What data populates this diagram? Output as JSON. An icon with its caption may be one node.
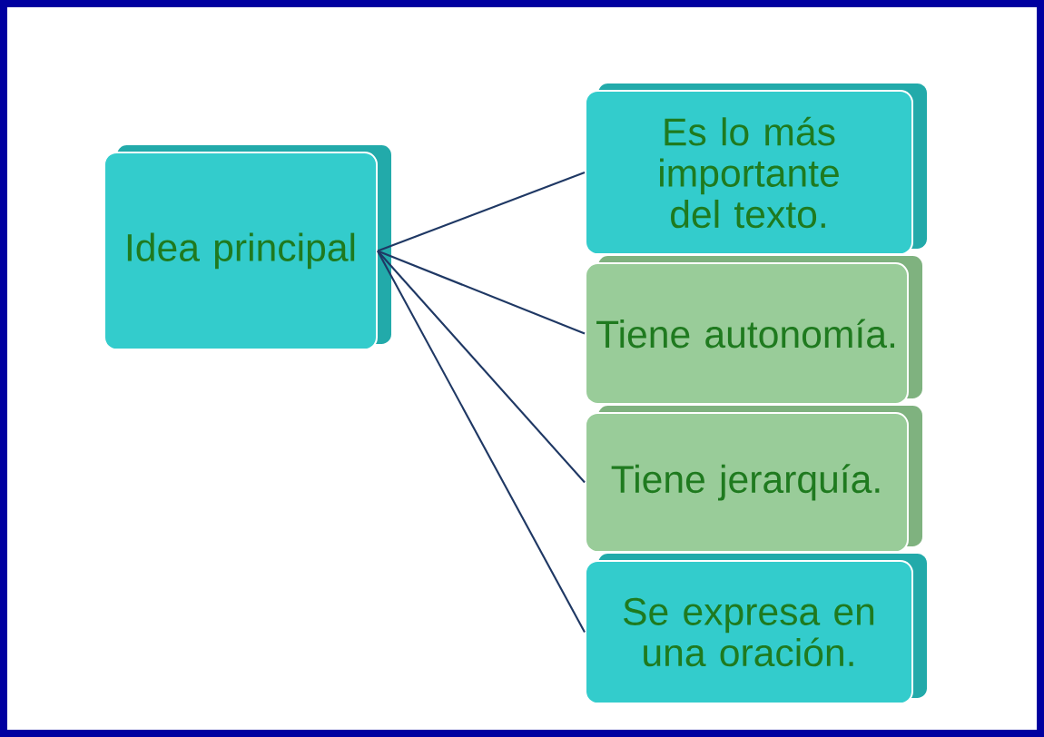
{
  "diagram": {
    "nodes": [
      {
        "text": [
          "Idea principal"
        ]
      },
      {
        "text": [
          "Es lo más importante del texto."
        ]
      },
      {
        "text": [
          "Tiene autonomía."
        ]
      },
      {
        "text": [
          "Tiene jerarquía."
        ]
      },
      {
        "text": [
          "Se expresa en una oración."
        ]
      }
    ],
    "edges": [
      {
        "from": 0,
        "to": 1,
        "arrow": "none"
      },
      {
        "from": 0,
        "to": 2,
        "arrow": "none"
      },
      {
        "from": 0,
        "to": 3,
        "arrow": "none"
      },
      {
        "from": 0,
        "to": 4,
        "arrow": "none"
      }
    ]
  }
}
